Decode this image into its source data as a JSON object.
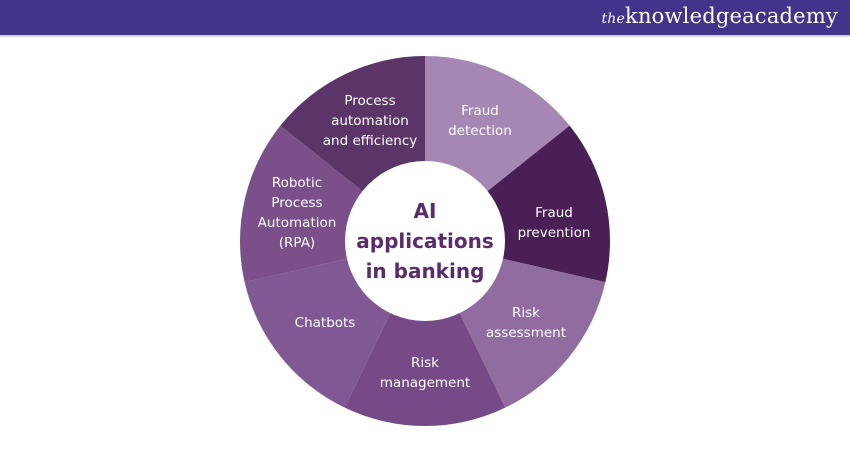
{
  "header": {
    "logo_prefix": "the",
    "logo_main": "knowledgeacademy"
  },
  "diagram": {
    "center_lines": [
      "AI",
      "applications",
      "in banking"
    ],
    "segments": [
      {
        "lines": [
          "Fraud",
          "detection"
        ],
        "color": "#a687b4"
      },
      {
        "lines": [
          "Fraud",
          "prevention"
        ],
        "color": "#4a1f55"
      },
      {
        "lines": [
          "Risk",
          "assessment"
        ],
        "color": "#906ca0"
      },
      {
        "lines": [
          "Risk",
          "management"
        ],
        "color": "#764a86"
      },
      {
        "lines": [
          "Chatbots"
        ],
        "color": "#805894"
      },
      {
        "lines": [
          "Robotic",
          "Process",
          "Automation",
          "(RPA)"
        ],
        "color": "#7a4f8a"
      },
      {
        "lines": [
          "Process",
          "automation",
          "and efficiency"
        ],
        "color": "#5c3568"
      }
    ]
  }
}
